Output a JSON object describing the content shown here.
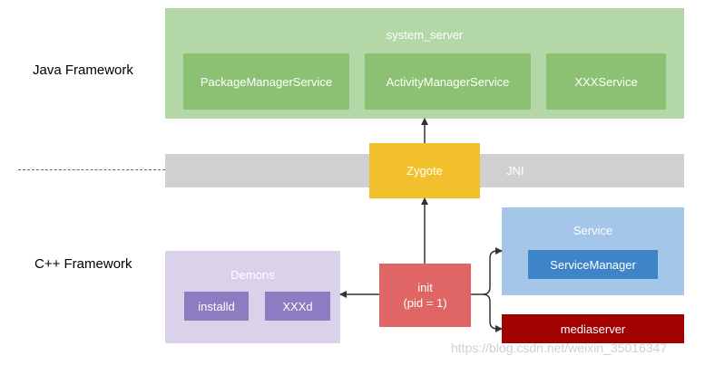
{
  "layers": {
    "java_framework": "Java Framework",
    "cpp_framework": "C++ Framework"
  },
  "system_server": {
    "title": "system_server",
    "services": [
      "PackageManagerService",
      "ActivityManagerService",
      "XXXService"
    ]
  },
  "jni": {
    "label": "JNI"
  },
  "zygote": {
    "label": "Zygote"
  },
  "init": {
    "line1": "init",
    "line2": "(pid = 1)"
  },
  "demons": {
    "title": "Demons",
    "items": [
      "installd",
      "XXXd"
    ]
  },
  "service": {
    "title": "Service",
    "item": "ServiceManager"
  },
  "mediaserver": {
    "label": "mediaserver"
  },
  "watermark": "https://blog.csdn.net/weixin_35016347",
  "colors": {
    "system_server_bg": "#b3d7a6",
    "service_box": "#8cc173",
    "jni_bar": "#d0d0d0",
    "zygote": "#f2c02c",
    "init": "#e06666",
    "demons_bg": "#d9d2e9",
    "demons_item": "#8e7cc3",
    "service_bg": "#a4c6e8",
    "service_manager": "#3d85c6",
    "mediaserver": "#a30000"
  }
}
